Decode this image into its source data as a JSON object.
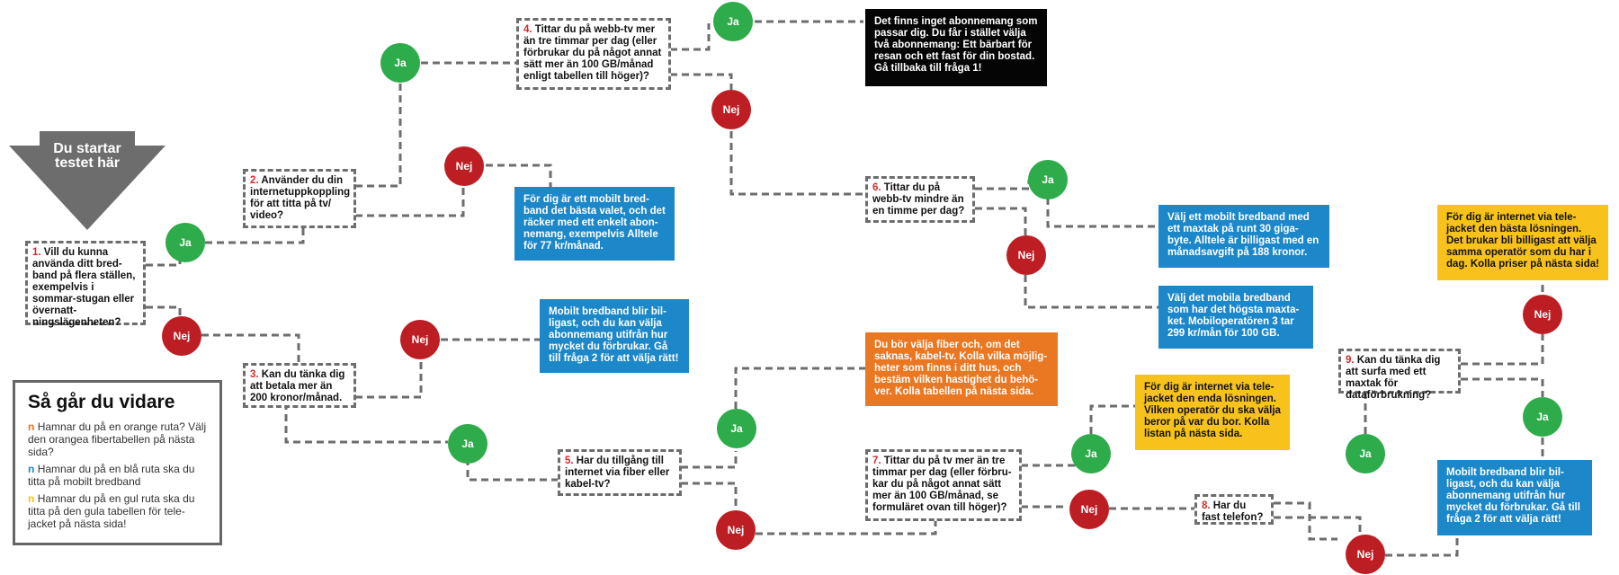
{
  "start": {
    "label": "Du startar testet här"
  },
  "answers": {
    "yes": "Ja",
    "no": "Nej"
  },
  "questions": [
    {
      "num": "1.",
      "text": "Vill du kunna använda ditt bred-band på flera ställen, exempelvis i sommar-stugan eller övernatt-ningslägenheten?"
    },
    {
      "num": "2.",
      "text": "Använder du din internetuppkoppling för att titta på tv/ video?"
    },
    {
      "num": "3.",
      "text": "Kan du tänka dig att betala mer än 200 kronor/månad."
    },
    {
      "num": "4.",
      "text": "Tittar du på webb-tv mer än tre timmar per dag (eller förbrukar du på något annat sätt mer än 100 GB/månad enligt tabellen till höger)?"
    },
    {
      "num": "5.",
      "text": "Har du tillgång till internet via fiber eller kabel-tv?"
    },
    {
      "num": "6.",
      "text": "Tittar du på webb-tv mindre än en timme per dag?"
    },
    {
      "num": "7.",
      "text": "Tittar du på tv mer än tre timmar per dag (eller förbru-kar du på något annat sätt mer än 100 GB/månad, se formuläret ovan till höger)?"
    },
    {
      "num": "8.",
      "text": "Har du fast telefon?"
    },
    {
      "num": "9.",
      "text": "Kan du tänka dig att surfa med ett maxtak för dataförbrukning?"
    }
  ],
  "results": {
    "black_two_subs": "Det finns inget abonnemang som passar dig. Du får i stället välja två abonnemang: Ett bärbart för resan och ett fast för din bostad. Gå tillbaka till fråga 1!",
    "blue_alltele_77": "För dig är ett mobilt bred-band det bästa valet, och det räcker med ett enkelt abon-nemang, exempelvis Alltele för 77 kr/månad.",
    "blue_cheapest_q2": "Mobilt bredband blir bil-ligast, och du kan välja abonnemang utifrån hur mycket du förbrukar. Gå till fråga 2 för att välja rätt!",
    "blue_30gb": "Välj ett mobilt bredband med ett maxtak på runt 30 giga-byte. Alltele är billigast med en månadsavgift på 188 kronor.",
    "blue_highest_cap": "Välj det mobila bredband som har det högsta maxta-ket. Mobiloperatören 3 tar 299 kr/mån för 100 GB.",
    "orange_fiber": "Du bör välja fiber och, om det saknas, kabel-tv. Kolla vilka möjlig-heter som finns i ditt hus, och bestäm vilken hastighet du behö-ver. Kolla tabellen på nästa sida.",
    "yellow_tele_only": "För dig är internet via tele-jacket den enda lösningen. Vilken operatör du ska välja beror på var du bor. Kolla listan på nästa sida.",
    "yellow_tele_best": "För dig är internet via tele-jacket den bästa lösningen. Det brukar bli billigast att välja samma operatör som du har i dag. Kolla priser på nästa sida!",
    "blue_cheapest_q2_b": "Mobilt bredband blir bil-ligast, och du kan välja abonnemang utifrån hur mycket du förbrukar. Gå till fråga 2 för att välja rätt!"
  },
  "legend": {
    "title": "Så går du vidare",
    "items": [
      {
        "marker": "n",
        "color": "#ea7722",
        "text": "Hamnar du på en orange ruta? Välj den orangea fibertabellen på nästa sida?"
      },
      {
        "marker": "n",
        "color": "#1c87c9",
        "text": "Hamnar du på en blå ruta ska du titta på mobilt bredband"
      },
      {
        "marker": "n",
        "color": "#f6c21b",
        "text": "Hamnar du på en gul ruta ska du titta på den gula tabellen för tele-jacket på nästa sida!"
      }
    ]
  },
  "colors": {
    "yes": "#2eab4a",
    "no": "#bd1e24",
    "blue": "#1c87c9",
    "orange": "#ea7722",
    "yellow": "#f6c21b",
    "black": "#050505",
    "connector": "#6d6d6d",
    "start_arrow": "#6d6d6d"
  }
}
